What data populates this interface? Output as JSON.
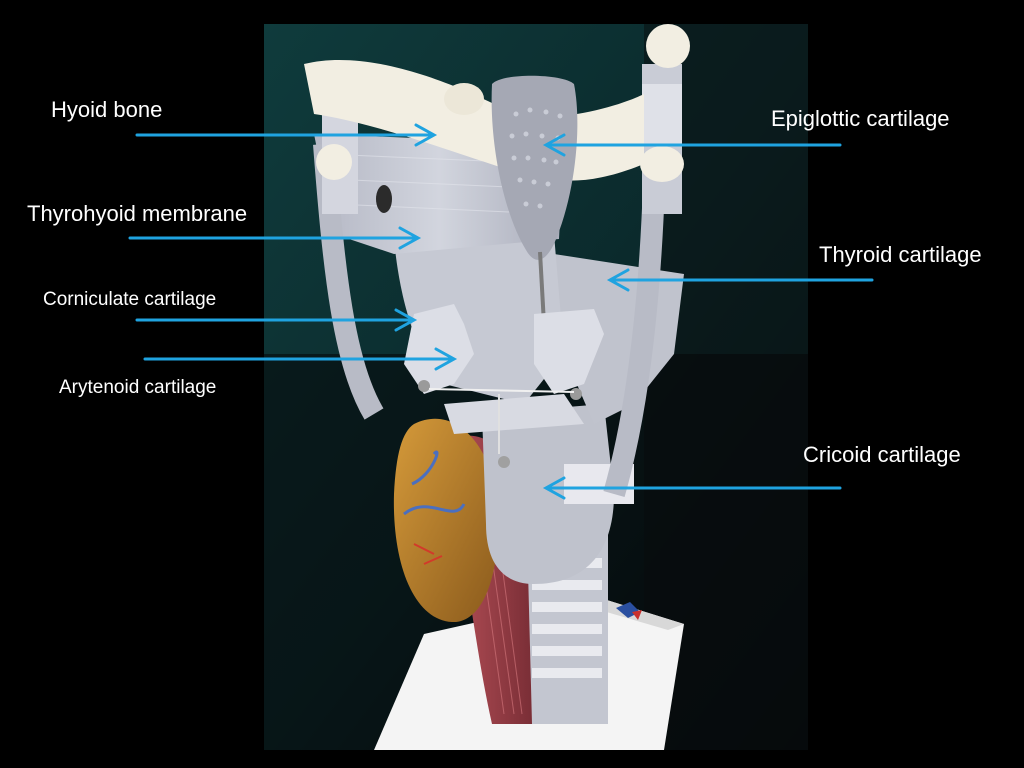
{
  "labels": {
    "hyoid_bone": "Hyoid bone",
    "thyrohyoid_membrane": "Thyrohyoid membrane",
    "corniculate_cartilage": "Corniculate cartilage",
    "arytenoid_cartilage": "Arytenoid cartilage",
    "epiglottic_cartilage": "Epiglottic cartilage",
    "thyroid_cartilage": "Thyroid cartilage",
    "cricoid_cartilage": "Cricoid cartilage"
  },
  "colors": {
    "background": "#000000",
    "label_text": "#ffffff",
    "arrow": "#1fa3e0",
    "cartilage": "#c9ccd6",
    "bone": "#f2eee2",
    "thyroid_gland": "#c88a2c",
    "muscle": "#a8424a"
  }
}
